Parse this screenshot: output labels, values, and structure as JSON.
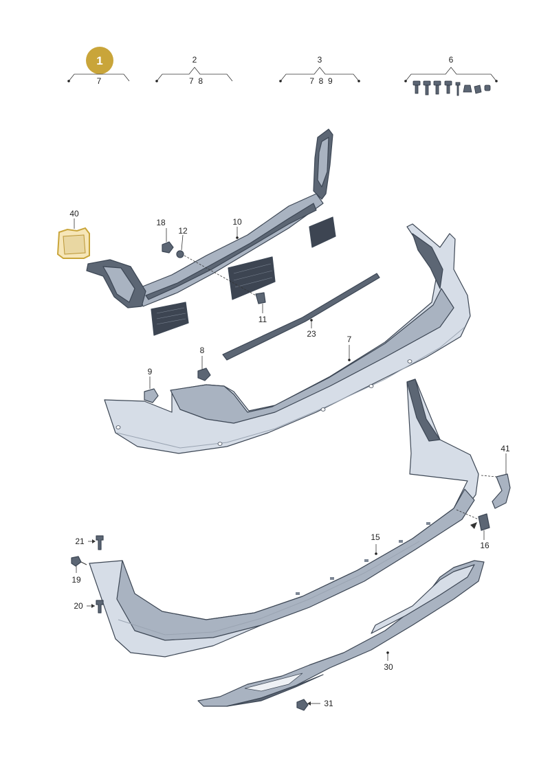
{
  "highlight": {
    "number": "1",
    "color": "#c9a53a"
  },
  "groups": [
    {
      "id": "g1",
      "title": "",
      "sub": "7"
    },
    {
      "id": "g2",
      "title": "2",
      "sub": "7  8"
    },
    {
      "id": "g3",
      "title": "3",
      "sub": "7  8  9"
    },
    {
      "id": "g6",
      "title": "6",
      "sub": ""
    }
  ],
  "callouts": {
    "c40": "40",
    "c18": "18",
    "c12": "12",
    "c10": "10",
    "c11": "11",
    "c23": "23",
    "c7": "7",
    "c8": "8",
    "c9": "9",
    "c41": "41",
    "c15": "15",
    "c16": "16",
    "c21": "21",
    "c19": "19",
    "c20": "20",
    "c30": "30",
    "c31": "31"
  },
  "colors": {
    "part_light": "#d6dde7",
    "part_mid": "#a9b3c1",
    "part_dark": "#5c6674",
    "outline": "#3c4654"
  }
}
